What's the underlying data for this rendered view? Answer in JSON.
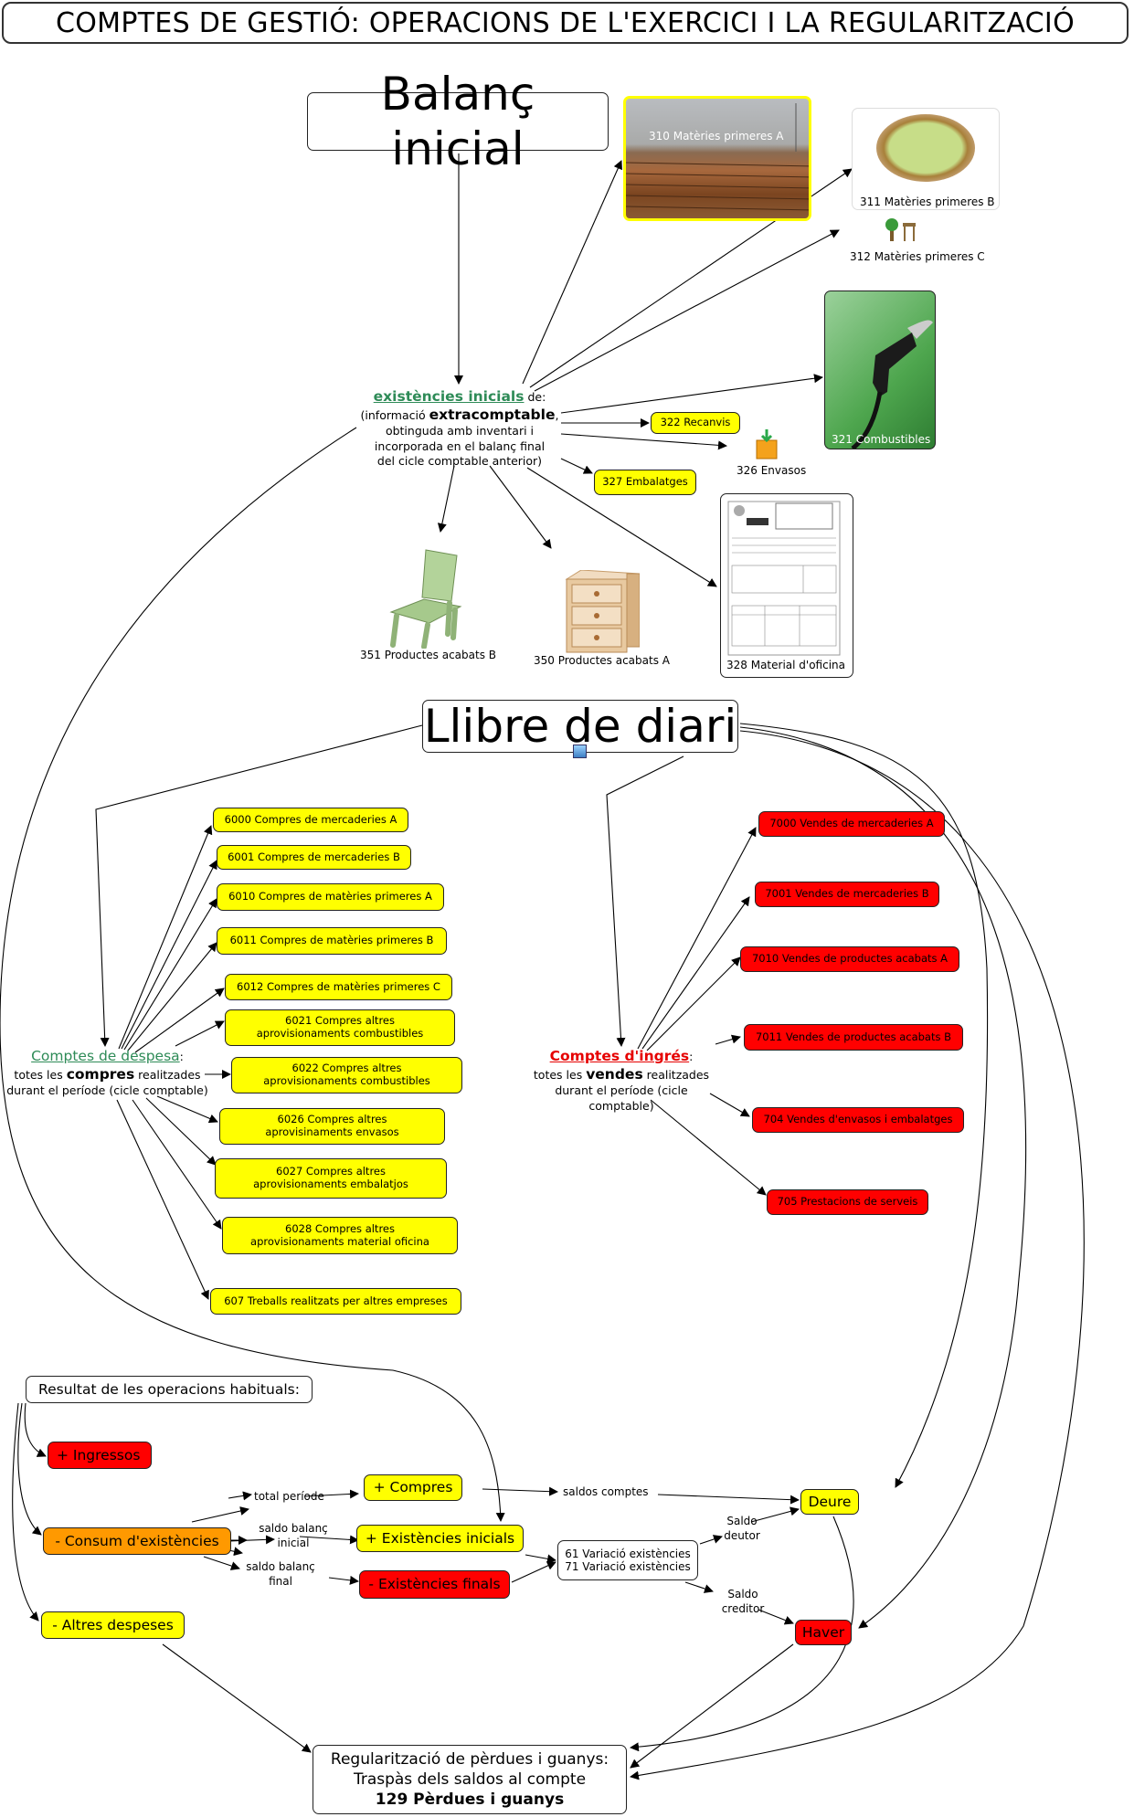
{
  "title": "COMPTES DE GESTIÓ: OPERACIONS DE L'EXERCICI I LA REGULARITZACIÓ",
  "balanc": {
    "label": "Balanç inicial"
  },
  "existencies": {
    "link": "existències inicials",
    "de": "de:",
    "line1_pre": "(informació ",
    "line1_bold": "extracomptable",
    "line1_post": ",",
    "line2": "obtinguda amb inventari i",
    "line3": "incorporada en el balanç final",
    "line4": "del cicle comptable anterior)"
  },
  "stock_items": {
    "m310": "310 Matèries primeres A",
    "m311": "311 Matèries primeres B",
    "m312": "312 Matèries primeres C",
    "c321": "321 Combustibles",
    "r322": "322 Recanvis",
    "e326": "326 Envasos",
    "e327": "327 Embalatges",
    "m328": "328 Material d'oficina",
    "p350": "350 Productes acabats A",
    "p351": "351 Productes acabats B"
  },
  "llibre": {
    "label": "Llibre de diari"
  },
  "despesa": {
    "link": "Comptes de despesa",
    "colon": ":",
    "line1_pre": "totes les ",
    "line1_bold": "compres",
    "line1_post": " realitzades",
    "line2": "durant el període (cicle comptable)"
  },
  "purchases": [
    "6000 Compres de mercaderies A",
    "6001 Compres de mercaderies B",
    "6010 Compres de matèries primeres A",
    "6011 Compres de matèries primeres B",
    "6012 Compres de matèries primeres C",
    "6021 Compres altres aprovisionaments combustibles",
    "6022 Compres altres aprovisionaments combustibles",
    "6026 Compres altres aprovisinaments envasos",
    "6027 Compres altres aprovisionaments embalatjos",
    "6028 Compres altres aprovisionaments material oficina",
    "607 Treballs realitzats per altres empreses"
  ],
  "ingres": {
    "link": "Comptes d'ingrés",
    "colon": ":",
    "line1_pre": "totes les ",
    "line1_bold": "vendes",
    "line1_post": " realitzades",
    "line2": "durant el període (cicle comptable)"
  },
  "sales": [
    "7000 Vendes de mercaderies A",
    "7001 Vendes de mercaderies B",
    "7010 Vendes de productes acabats A",
    "7011 Vendes de productes acabats B",
    "704 Vendes d'envasos i embalatges",
    "705 Prestacions de serveis"
  ],
  "resultat": {
    "label": "Resultat de les operacions habituals:",
    "ingressos": "+ Ingressos",
    "consum": "- Consum d'existències",
    "altres": "- Altres despeses",
    "total_periode": "total període",
    "saldo_inicial": "saldo balanç inicial",
    "saldo_final": "saldo balanç final",
    "compres": "+ Compres",
    "exist_inicials": "+ Existències inicials",
    "exist_finals": "- Existències finals",
    "saldos_comptes": "saldos comptes",
    "variacio1": "61 Variació existències",
    "variacio2": "71 Variació existències",
    "saldo_deutor": "Saldo deutor",
    "saldo_creditor": "Saldo creditor",
    "deure": "Deure",
    "haver": "Haver"
  },
  "regularitzacio": {
    "line1": "Regularització de pèrdues i guanys:",
    "line2": "Traspàs dels saldos al compte",
    "line3": "129 Pèrdues i guanys"
  },
  "colors": {
    "yellow": "#ffff00",
    "red": "#ff0000",
    "orange": "#ff9900",
    "link_green": "#2e8b57",
    "link_red": "#e60000"
  },
  "icons": [
    "wood-logs-image",
    "clay-plate-image",
    "plant-icon",
    "fuel-pump-image",
    "box-icon",
    "form-document-image",
    "chair-image",
    "drawer-cabinet-image",
    "link-icon"
  ]
}
